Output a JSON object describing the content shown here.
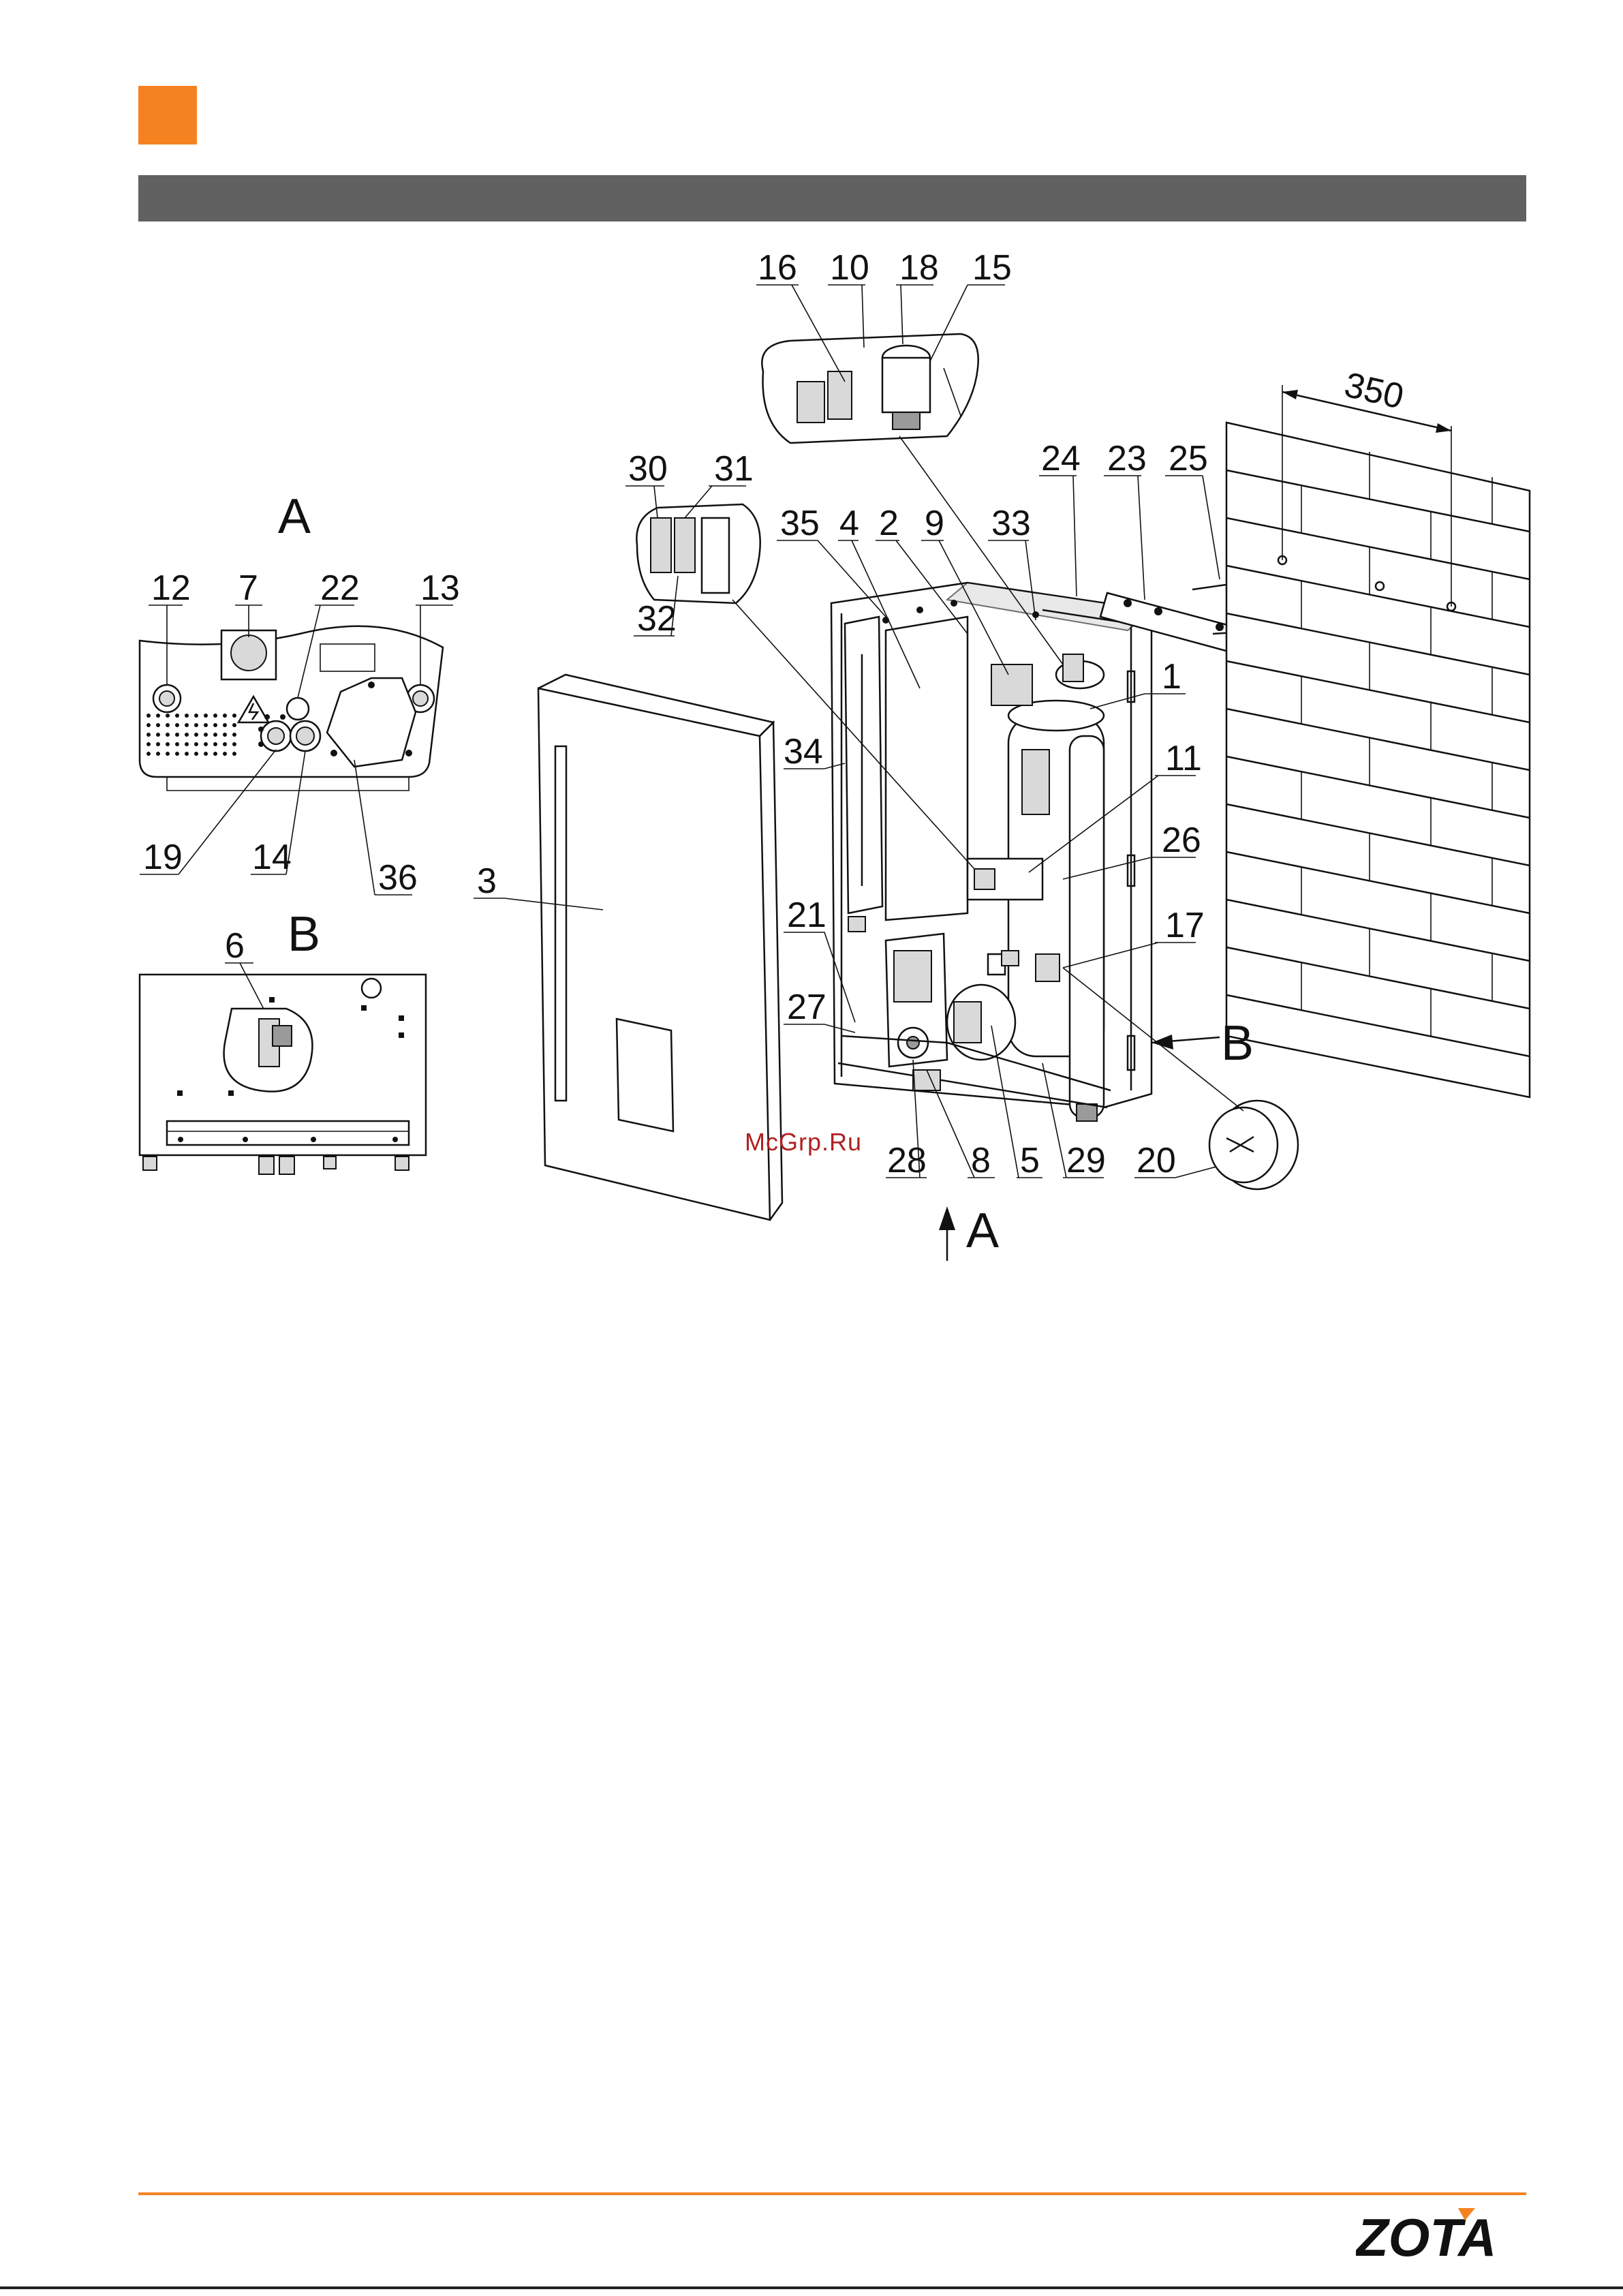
{
  "header": {
    "brand_color": "#f58220",
    "bar_color": "#616161"
  },
  "views": {
    "view_a": "A",
    "view_b": "B",
    "arrow_a": "A",
    "arrow_b": "B"
  },
  "dimension": {
    "wall_spacing": "350"
  },
  "callouts": {
    "c16": "16",
    "c10": "10",
    "c18": "18",
    "c15": "15",
    "c30": "30",
    "c31": "31",
    "c32": "32",
    "c24": "24",
    "c23": "23",
    "c25": "25",
    "c35": "35",
    "c4": "4",
    "c2": "2",
    "c9": "9",
    "c33": "33",
    "c1": "1",
    "c11": "11",
    "c34": "34",
    "c26": "26",
    "c17": "17",
    "c21": "21",
    "c27": "27",
    "c28": "28",
    "c8": "8",
    "c5": "5",
    "c29": "29",
    "c20": "20",
    "c3": "3",
    "c12": "12",
    "c7": "7",
    "c22": "22",
    "c13": "13",
    "c19": "19",
    "c14": "14",
    "c36": "36",
    "c6": "6"
  },
  "watermark": "McGrp.Ru",
  "footer": {
    "logo_text": "ZOTA",
    "line_color": "#f58220"
  }
}
